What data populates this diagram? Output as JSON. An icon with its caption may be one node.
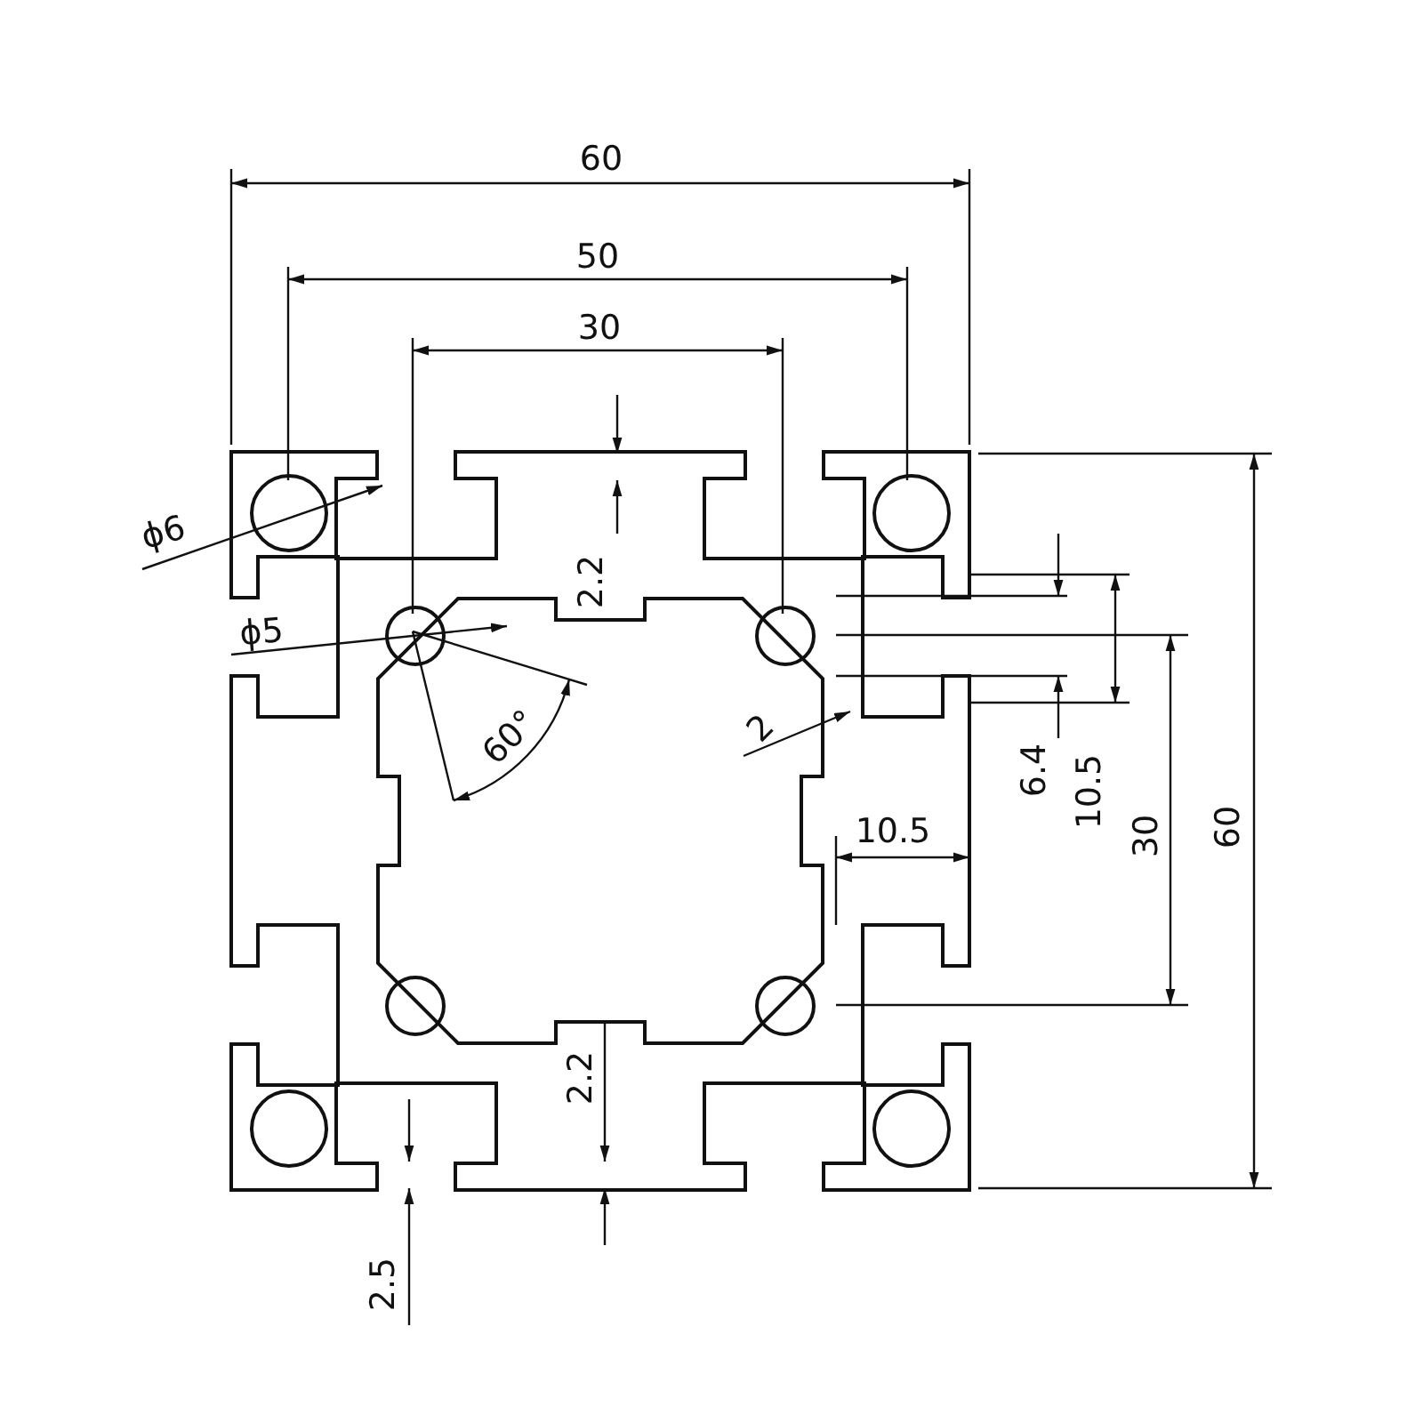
{
  "diagram": {
    "labels": [
      "60",
      "50",
      "30",
      "2.2",
      "ϕ6",
      "ϕ5",
      "2",
      "60°",
      "6.4",
      "10.5",
      "10.5",
      "30",
      "60",
      "2.2",
      "2.5"
    ]
  }
}
